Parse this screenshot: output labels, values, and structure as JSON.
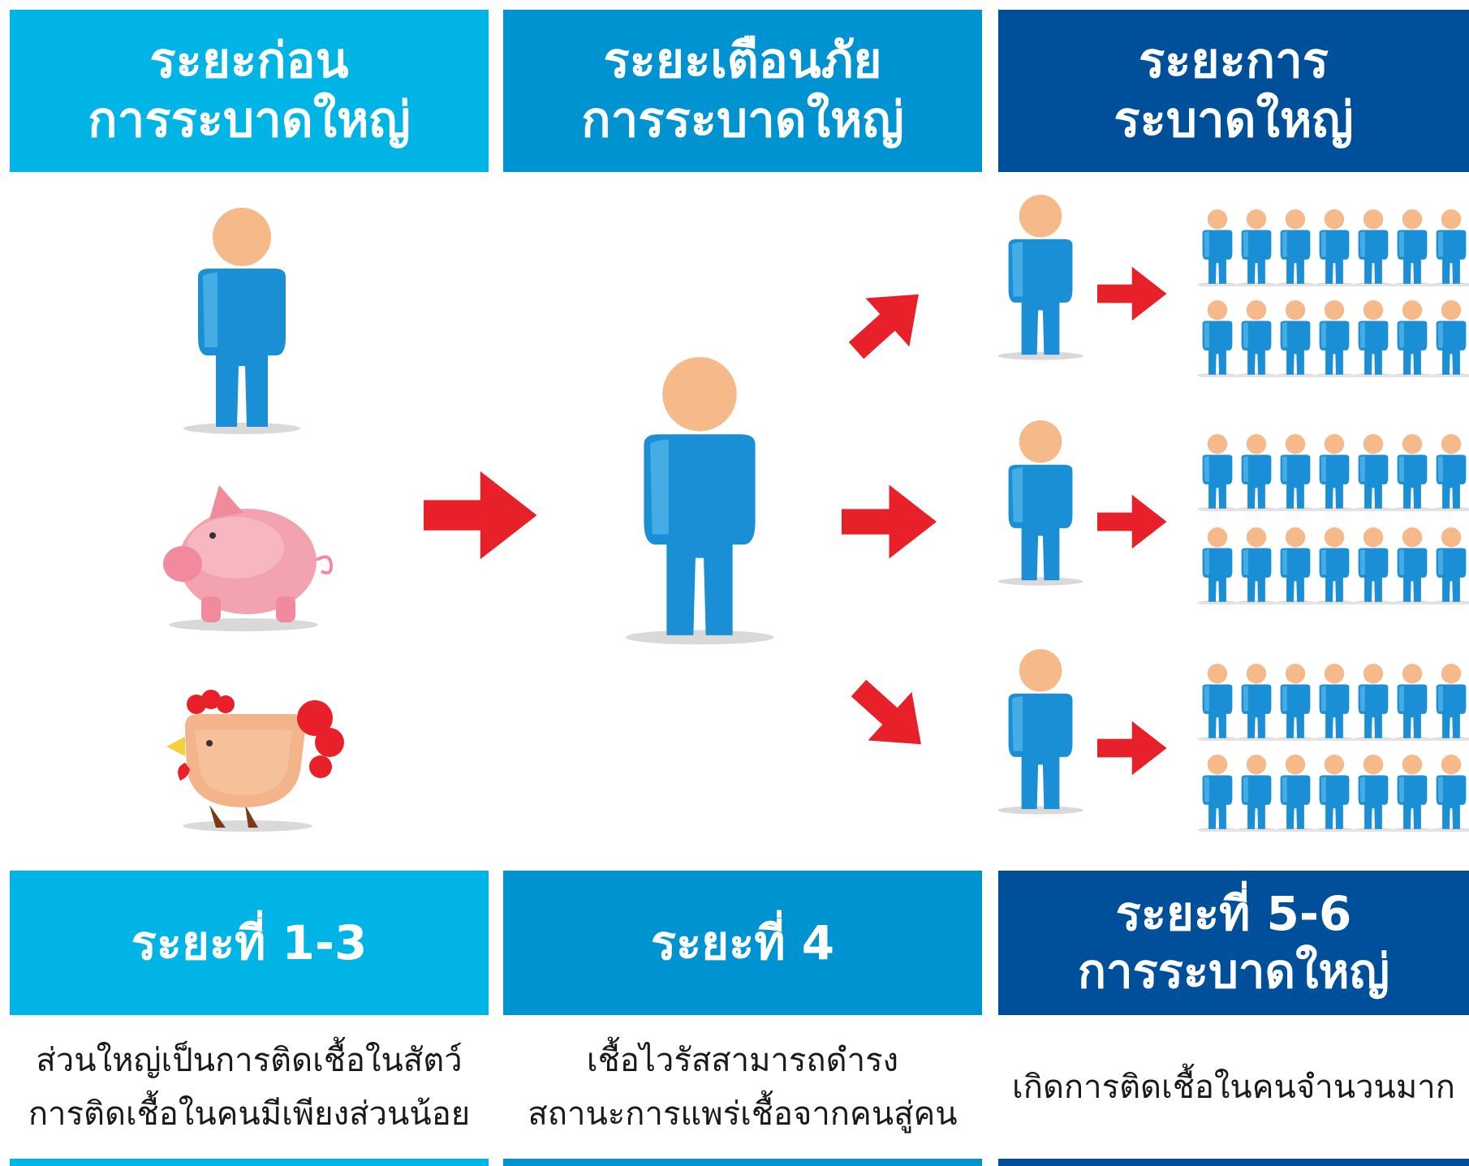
{
  "colors": {
    "stage1": "#00b4e5",
    "stage2": "#0093d2",
    "stage3": "#004f9a",
    "person_body": "#1a8fd6",
    "person_head": "#f6b98a",
    "arrow": "#e8202a",
    "pig": "#f3a3b0",
    "chicken": "#f4b48b",
    "comb": "#e8202a"
  },
  "icons": {
    "person": "person-icon",
    "pig": "pig-icon",
    "chicken": "chicken-icon",
    "arrow": "red-arrow-icon"
  },
  "columns": [
    {
      "header": [
        "ระยะก่อน",
        "การระบาดใหญ่"
      ],
      "stage": [
        "ระยะที่ 1-3"
      ],
      "description": [
        "ส่วนใหญ่เป็นการติดเชื้อในสัตว์",
        "การติดเชื้อในคนมีเพียงส่วนน้อย"
      ]
    },
    {
      "header": [
        "ระยะเตือนภัย",
        "การระบาดใหญ่"
      ],
      "stage": [
        "ระยะที่ 4"
      ],
      "description": [
        "เชื้อไวรัสสามารถดำรง",
        "สถานะการแพร่เชื้อจากคนสู่คน"
      ]
    },
    {
      "header": [
        "ระยะการ",
        "ระบาดใหญ่"
      ],
      "stage": [
        "ระยะที่ 5-6",
        "การระบาดใหญ่"
      ],
      "description": [
        "เกิดการติดเชื้อในคนจำนวนมาก"
      ]
    }
  ]
}
